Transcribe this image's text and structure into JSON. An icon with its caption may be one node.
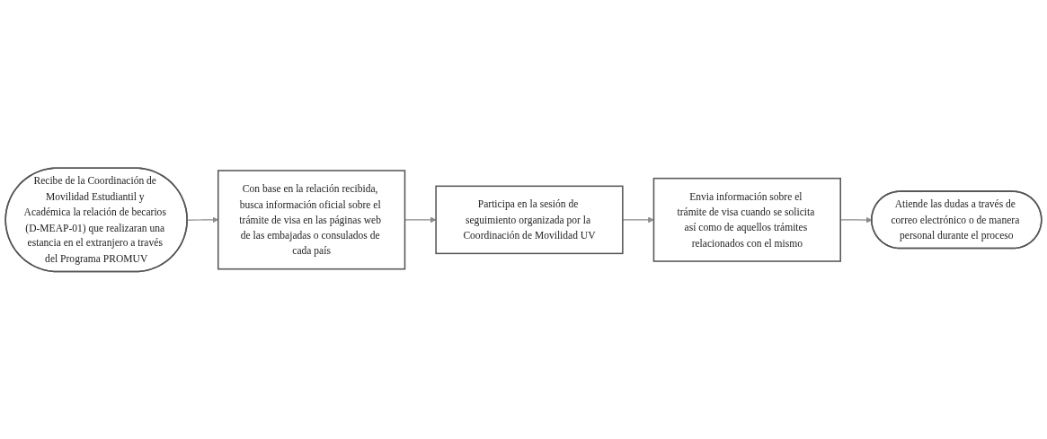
{
  "diagram": {
    "nodes": [
      {
        "text": [
          "Recibe de la Coordinación de Movilidad Estudiantil y Académica la relación de becarios (D-MEAP-01) que realizaran una estancia en el extranjero a través del Programa PROMUV"
        ]
      },
      {
        "text": [
          "Con base en la relación recibida, busca información oficial sobre el trámite de visa en las páginas web de las embajadas o consulados de cada país"
        ]
      },
      {
        "text": [
          "Participa en la sesión de seguimiento organizada por la Coordinación de Movilidad UV"
        ]
      },
      {
        "text": [
          "Envia información sobre el trámite de visa cuando se solicita así como de aquellos trámites relacionados con el mismo"
        ]
      },
      {
        "text": [
          "Atiende las dudas a través de correo electrónico o de manera personal durante el proceso"
        ]
      }
    ],
    "edges": [
      {
        "from": 0,
        "to": 1,
        "arrow": "to"
      },
      {
        "from": 1,
        "to": 2,
        "arrow": "to"
      },
      {
        "from": 2,
        "to": 3,
        "arrow": "to"
      },
      {
        "from": 3,
        "to": 4,
        "arrow": "to"
      }
    ]
  }
}
